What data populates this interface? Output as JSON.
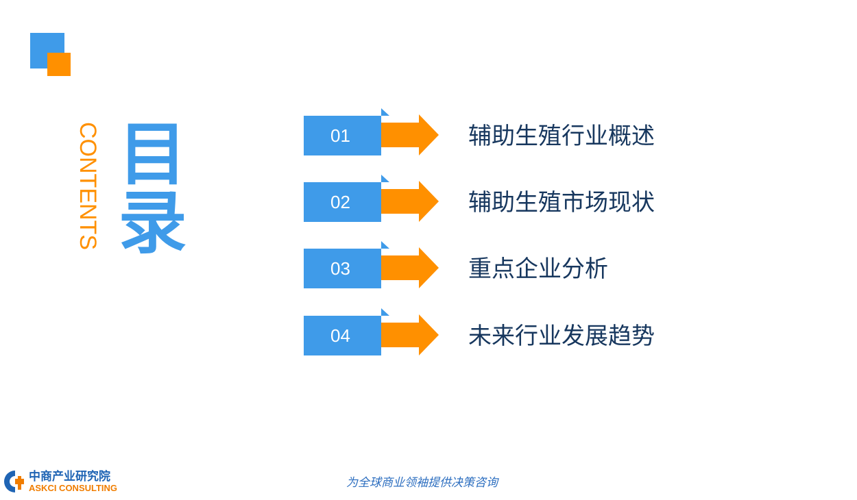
{
  "colors": {
    "accent_blue": "#3f9be9",
    "accent_orange": "#ff9000",
    "text_navy": "#17375e",
    "logo_blue": "#1f64b4",
    "logo_orange": "#f07d00"
  },
  "title": {
    "cn": "目录",
    "en": "CONTENTS"
  },
  "toc": [
    {
      "num": "01",
      "label": "辅助生殖行业概述"
    },
    {
      "num": "02",
      "label": "辅助生殖市场现状"
    },
    {
      "num": "03",
      "label": "重点企业分析"
    },
    {
      "num": "04",
      "label": "未来行业发展趋势"
    }
  ],
  "footer": {
    "logo_cn": "中商产业研究院",
    "logo_en": "ASKCI CONSULTING",
    "slogan": "为全球商业领袖提供决策咨询"
  }
}
